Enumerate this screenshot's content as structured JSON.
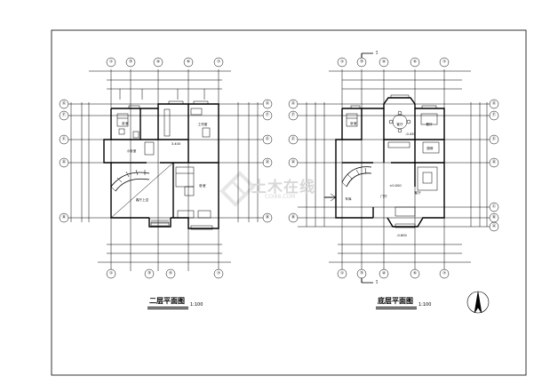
{
  "left_plan": {
    "title": "二层平面图",
    "scale": "1:100",
    "axis_top": [
      "①",
      "③",
      "④",
      "⑥",
      "⑦"
    ],
    "axis_bottom": [
      "①",
      "③",
      "⑤",
      "⑦"
    ],
    "axis_left": [
      "Ⓖ",
      "Ⓕ",
      "Ⓔ",
      "Ⓓ",
      "Ⓑ"
    ],
    "axis_right": [
      "Ⓖ",
      "Ⓕ",
      "Ⓔ",
      "Ⓓ",
      "Ⓑ"
    ],
    "rooms": [
      "卧室",
      "工作室",
      "小卧室",
      "卧室",
      "客厅上空"
    ],
    "dims": [
      "3.400"
    ]
  },
  "right_plan": {
    "title": "底层平面图",
    "scale": "1:100",
    "axis_top": [
      "①",
      "③",
      "④",
      "⑥",
      "⑦"
    ],
    "axis_bottom": [
      "①",
      "③",
      "④",
      "⑥",
      "⑦"
    ],
    "axis_left": [
      "Ⓖ",
      "Ⓕ",
      "Ⓔ",
      "Ⓓ",
      "Ⓑ"
    ],
    "axis_right": [
      "Ⓖ",
      "Ⓕ",
      "Ⓔ",
      "Ⓓ",
      "Ⓒ",
      "Ⓑ",
      "Ⓐ"
    ],
    "section_mark": "1",
    "rooms": [
      "卧室",
      "客厅",
      "厨房",
      "餐厅",
      "车库",
      "客厅",
      "门厅"
    ],
    "dims": [
      "±0.000",
      "-0.450",
      "-0.600"
    ]
  },
  "watermark": {
    "text": "土木在线",
    "sub": "COI88.COM"
  },
  "colors": {
    "line": "#000000",
    "watermark": "#d8d8d8",
    "background": "#ffffff"
  }
}
